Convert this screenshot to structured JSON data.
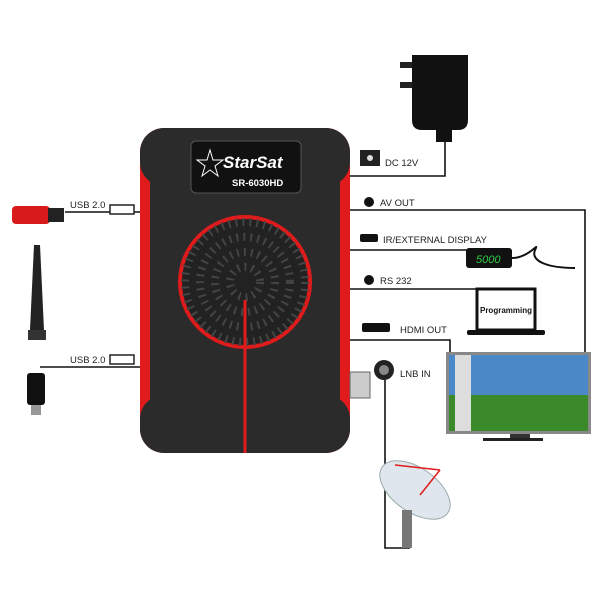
{
  "device": {
    "brand": "StarSat",
    "model": "SR-6030HD"
  },
  "left_ports": [
    {
      "label": "USB 2.0"
    },
    {
      "label": "USB 2.0"
    }
  ],
  "right_ports": [
    {
      "label": "DC 12V"
    },
    {
      "label": "AV OUT"
    },
    {
      "label": "IR/EXTERNAL DISPLAY"
    },
    {
      "label": "RS 232"
    },
    {
      "label": "HDMI OUT"
    },
    {
      "label": "LNB IN"
    }
  ],
  "display": {
    "reading": "5000"
  },
  "laptop": {
    "label": "Programming"
  },
  "colors": {
    "accent": "#e01b1b",
    "body": "#2b2b2b",
    "line": "#111111"
  }
}
